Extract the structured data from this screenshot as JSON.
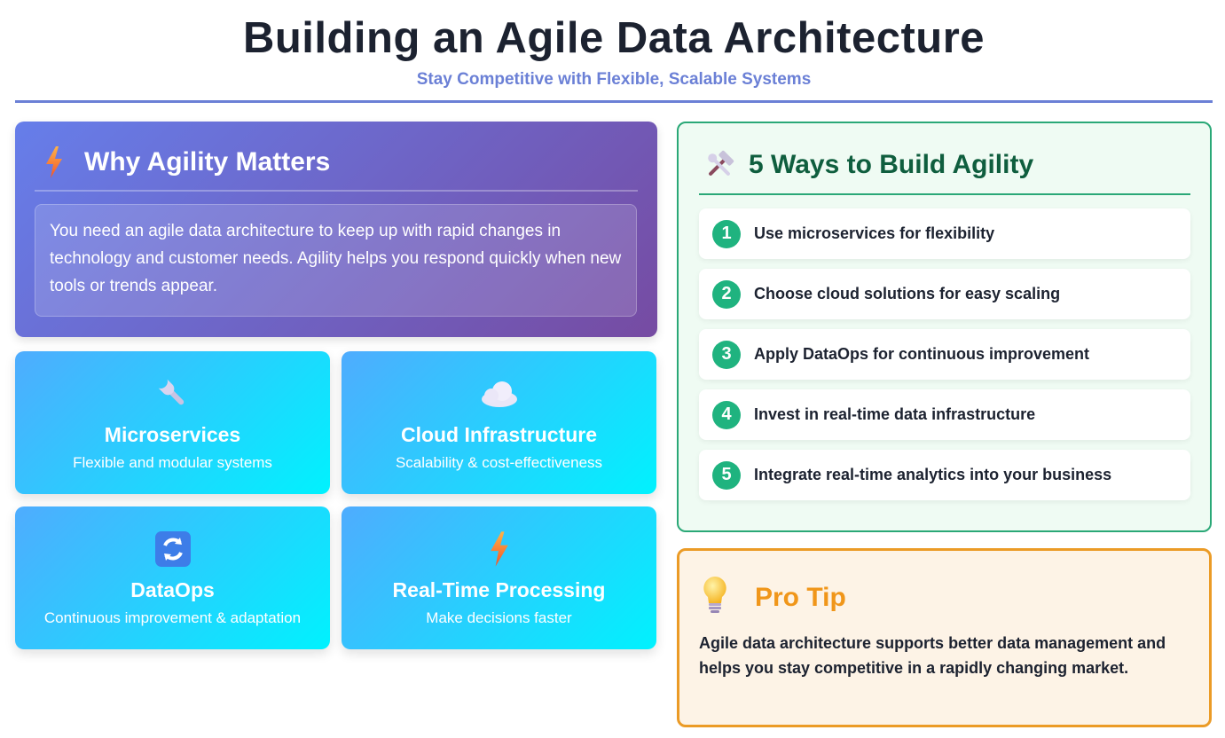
{
  "header": {
    "title": "Building an Agile Data Architecture",
    "subtitle": "Stay Competitive with Flexible, Scalable Systems"
  },
  "why": {
    "icon": "lightning-icon",
    "title": "Why Agility Matters",
    "body": "You need an agile data architecture to keep up with rapid changes in technology and customer needs. Agility helps you respond quickly when new tools or trends appear."
  },
  "features": [
    {
      "icon": "wrench-icon",
      "title": "Microservices",
      "desc": "Flexible and modular systems"
    },
    {
      "icon": "cloud-icon",
      "title": "Cloud Infrastructure",
      "desc": "Scalability & cost-effectiveness"
    },
    {
      "icon": "refresh-icon",
      "title": "DataOps",
      "desc": "Continuous improvement & adaptation"
    },
    {
      "icon": "lightning-icon",
      "title": "Real-Time Processing",
      "desc": "Make decisions faster"
    }
  ],
  "ways": {
    "icon": "hammer-wrench-icon",
    "title": "5 Ways to Build Agility",
    "items": [
      {
        "num": "1",
        "text": "Use microservices for flexibility"
      },
      {
        "num": "2",
        "text": "Choose cloud solutions for easy scaling"
      },
      {
        "num": "3",
        "text": "Apply DataOps for continuous improvement"
      },
      {
        "num": "4",
        "text": "Invest in real-time data infrastructure"
      },
      {
        "num": "5",
        "text": "Integrate real-time analytics into your business"
      }
    ]
  },
  "tip": {
    "icon": "lightbulb-icon",
    "title": "Pro Tip",
    "body": "Agile data architecture supports better data management and helps you stay competitive in a rapidly changing market."
  },
  "colors": {
    "accent": "#6b80d6",
    "why_gradient": [
      "#667eea",
      "#764ba2"
    ],
    "feature_gradient": [
      "#4facfe",
      "#00f2fe"
    ],
    "ways_green": "#1fb37f",
    "tip_orange": "#eb9b26"
  }
}
